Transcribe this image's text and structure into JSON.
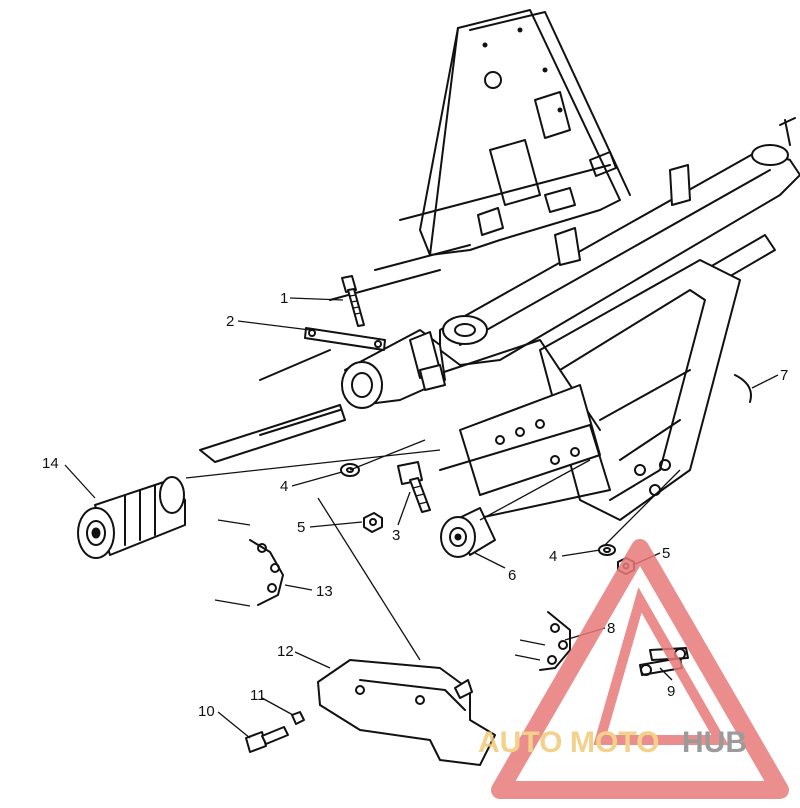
{
  "callouts": [
    {
      "label": "1"
    },
    {
      "label": "2"
    },
    {
      "label": "3"
    },
    {
      "label": "4"
    },
    {
      "label": "5"
    },
    {
      "label": "6"
    },
    {
      "label": "7"
    },
    {
      "label": "4"
    },
    {
      "label": "5"
    },
    {
      "label": "8"
    },
    {
      "label": "9"
    },
    {
      "label": "10"
    },
    {
      "label": "11"
    },
    {
      "label": "12"
    },
    {
      "label": "13"
    },
    {
      "label": "14"
    }
  ],
  "watermark": {
    "part1": "AUTO",
    "part2": "MOTO",
    "part3": "HUB",
    "color_primary": "#e87a7a",
    "color_secondary": "#f3c977",
    "color_dark": "#8a8a8a"
  }
}
